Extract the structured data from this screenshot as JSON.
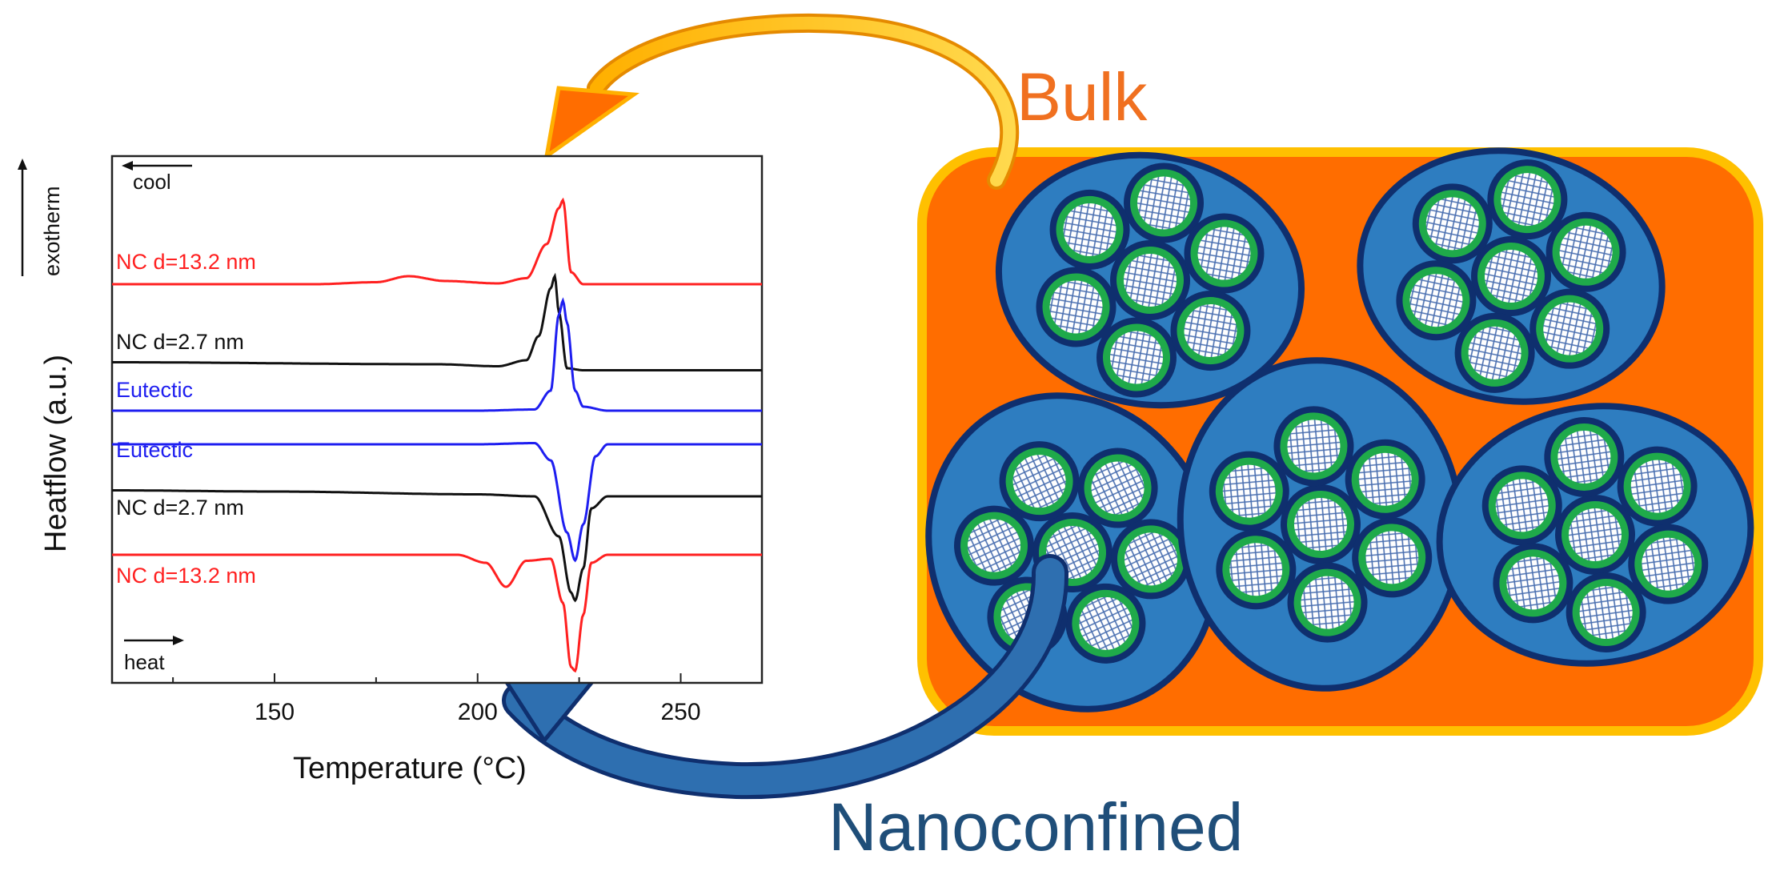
{
  "chart_data": {
    "type": "line",
    "xlabel": "Temperature (°C)",
    "ylabel": "Heatflow (a.u.)",
    "xlim": [
      110,
      270
    ],
    "x_ticks": [
      150,
      200,
      250
    ],
    "grid": false,
    "exotherm_label": "exotherm",
    "cool_label": "cool",
    "heat_label": "heat",
    "series": [
      {
        "name": "NC d=13.2 nm",
        "segment": "cooling",
        "color": "#ff2020",
        "x": [
          110,
          160,
          175,
          183,
          192,
          205,
          212,
          217,
          220,
          221,
          223,
          226,
          270
        ],
        "y": [
          0,
          0,
          0.05,
          0.2,
          0.08,
          0.02,
          0.15,
          1.0,
          1.9,
          2.1,
          0.3,
          0,
          0
        ]
      },
      {
        "name": "NC d=2.7 nm",
        "segment": "cooling",
        "color": "#111111",
        "x": [
          110,
          190,
          205,
          212,
          215,
          218,
          219,
          220,
          222,
          226,
          270
        ],
        "y": [
          0.15,
          0.1,
          0.05,
          0.2,
          0.8,
          2.0,
          2.3,
          1.4,
          0,
          -0.05,
          -0.05
        ]
      },
      {
        "name": "Eutectic",
        "segment": "cooling",
        "color": "#1e1ef0",
        "x": [
          110,
          200,
          214,
          218,
          220,
          221,
          222,
          224,
          226,
          232,
          270
        ],
        "y": [
          0,
          0,
          0.03,
          0.5,
          2.4,
          2.75,
          2.2,
          0.5,
          0.1,
          0,
          0
        ]
      },
      {
        "name": "Eutectic",
        "segment": "heating",
        "color": "#1e1ef0",
        "x": [
          110,
          200,
          214,
          218,
          222,
          224,
          226,
          229,
          232,
          270
        ],
        "y": [
          0,
          0,
          0.03,
          -0.4,
          -2.2,
          -2.9,
          -2.0,
          -0.3,
          0,
          0
        ]
      },
      {
        "name": "NC d=2.7 nm",
        "segment": "heating",
        "color": "#111111",
        "x": [
          110,
          150,
          200,
          214,
          220,
          223,
          224,
          226,
          228,
          232,
          270
        ],
        "y": [
          0.15,
          0.12,
          0.05,
          0,
          -1.0,
          -2.4,
          -2.6,
          -1.8,
          -0.3,
          0,
          0
        ]
      },
      {
        "name": "NC d=13.2 nm",
        "segment": "heating",
        "color": "#ff2020",
        "x": [
          110,
          195,
          202,
          207,
          212,
          218,
          221,
          223,
          224,
          226,
          228,
          232,
          270
        ],
        "y": [
          0,
          0,
          -0.2,
          -0.8,
          -0.15,
          -0.1,
          -1.2,
          -2.8,
          -2.9,
          -1.5,
          -0.2,
          0,
          0
        ]
      }
    ]
  },
  "diagram": {
    "bulk_label": "Bulk",
    "nano_label": "Nanoconfined",
    "colors": {
      "matrix_orange": "#ff6d00",
      "matrix_border": "#ffc000",
      "particle_blue": "#2e7dc0",
      "particle_border": "#0f2f6e",
      "shell_green": "#1faa4a",
      "core_white": "#ffffff",
      "core_mesh": "#4a6fb0",
      "arrow_blue": "#2e6fb0",
      "text_blue": "#1f4e79",
      "text_orange": "#f07020"
    }
  }
}
